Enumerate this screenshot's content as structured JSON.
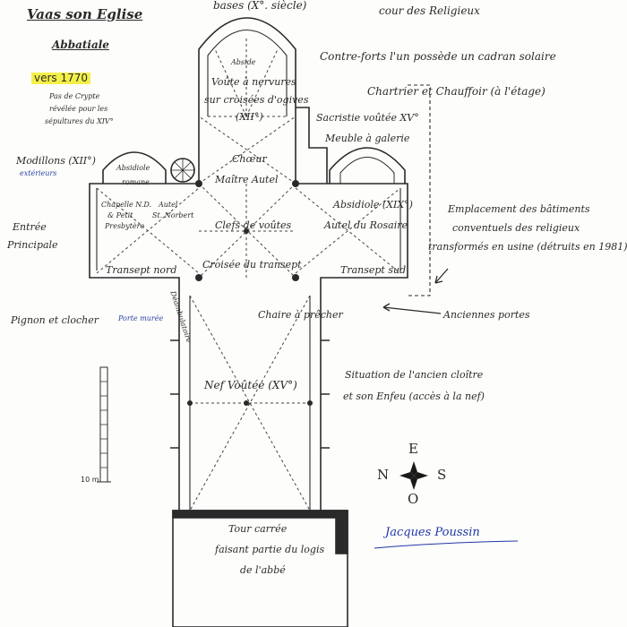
{
  "header": {
    "title": "Vaas son Eglise",
    "subtitle": "Abbatiale",
    "year": "vers 1770",
    "crypt_note": [
      "Pas de Crypte",
      "révélée pour les",
      "sépultures du XIV°"
    ]
  },
  "labels": {
    "top_cut": "bases (X°. siècle)",
    "cour": "cour des Religieux",
    "contreforts": "Contre-forts l'un possède un cadran solaire",
    "chartrier": "Chartrier et Chauffoir (à l'étage)",
    "abside": [
      "Abside",
      "Voûte à nervures",
      "sur croisées d'ogives",
      "(XII°)"
    ],
    "sacristie": "Sacristie voûtée XV°",
    "meuble": "Meuble à galerie",
    "modillons": "Modillons (XII°)",
    "exterieurs": "extérieurs",
    "absidiole_romane": [
      "Absidiole",
      "romane"
    ],
    "choeur": [
      "Chœur",
      "Maître Autel"
    ],
    "chapelle": [
      "Chapelle N.D.",
      "& Petit",
      "Presbytère"
    ],
    "autel_norbert": [
      "Autel",
      "St. Norbert"
    ],
    "absidiole_xix": "Absidiole (XIX°)",
    "cles": "Clefs de voûtes",
    "autel_rosaire": "Autel du Rosaire",
    "emplacement": [
      "Emplacement des bâtiments",
      "conventuels des religieux",
      "transformés en usine (détruits en 1981)"
    ],
    "entree": [
      "Entrée",
      "Principale"
    ],
    "transept_nord": "Transept nord",
    "croisee": "Croisée du transept",
    "transept_sud": "Transept sud",
    "deambulatoire": "Déambulatoire",
    "chaire": "Chaire à prêcher",
    "anciennes_portes": "Anciennes portes",
    "pignon": "Pignon et clocher",
    "porte_muree": "Porte murée",
    "cloitre": [
      "Situation de l'ancien cloître",
      "et son Enfeu (accès à la nef)"
    ],
    "nef": "Nef Voûtée (XV°)",
    "tour": [
      "Tour carrée",
      "faisant partie du logis",
      "de l'abbé"
    ],
    "scale": "10 m"
  },
  "compass": {
    "north": "N",
    "south": "S",
    "east": "E",
    "west": "O"
  },
  "signature": "Jacques Poussin",
  "colors": {
    "ink": "#2a2a2a",
    "highlight": "#f4f04a",
    "blue_ink": "#2b45a8"
  }
}
